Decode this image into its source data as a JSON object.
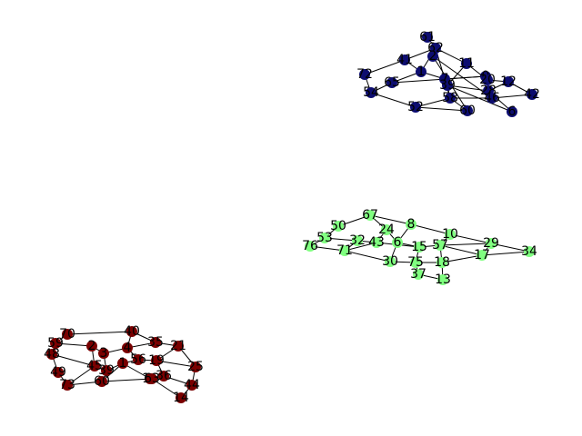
{
  "colors": {
    "blue": "#0d0d70",
    "green": "#80ff80",
    "red": "#7a0000",
    "edge": "#000000"
  },
  "graphs": [
    {
      "id": "blue",
      "color": "#0d0d70",
      "nodes": [
        "61",
        "62",
        "41",
        "11",
        "72",
        "1",
        "7",
        "65",
        "39",
        "12",
        "58",
        "0",
        "28",
        "42",
        "54",
        "52",
        "6",
        "60",
        "20",
        "46",
        "2"
      ],
      "edges": [
        [
          "61",
          "62"
        ],
        [
          "62",
          "41"
        ],
        [
          "62",
          "11"
        ],
        [
          "41",
          "1"
        ],
        [
          "41",
          "72"
        ],
        [
          "1",
          "7"
        ],
        [
          "1",
          "65"
        ],
        [
          "65",
          "54"
        ],
        [
          "72",
          "54"
        ],
        [
          "54",
          "52"
        ],
        [
          "52",
          "60"
        ],
        [
          "52",
          "58"
        ],
        [
          "58",
          "60"
        ],
        [
          "60",
          "2"
        ],
        [
          "7",
          "39"
        ],
        [
          "39",
          "58"
        ],
        [
          "39",
          "28"
        ],
        [
          "11",
          "39"
        ],
        [
          "11",
          "20"
        ],
        [
          "20",
          "12"
        ],
        [
          "12",
          "42"
        ],
        [
          "28",
          "46"
        ],
        [
          "46",
          "2"
        ],
        [
          "46",
          "42"
        ],
        [
          "0",
          "7"
        ],
        [
          "6",
          "28"
        ],
        [
          "28",
          "12"
        ],
        [
          "46",
          "58"
        ],
        [
          "58",
          "7"
        ],
        [
          "62",
          "1"
        ],
        [
          "62",
          "7"
        ],
        [
          "6",
          "39"
        ],
        [
          "65",
          "0"
        ]
      ]
    },
    {
      "id": "green",
      "color": "#80ff80",
      "nodes": [
        "67",
        "8",
        "50",
        "24",
        "10",
        "53",
        "32",
        "43",
        "6",
        "15",
        "57",
        "29",
        "76",
        "71",
        "34",
        "30",
        "75",
        "18",
        "17",
        "37",
        "13"
      ],
      "edges": [
        [
          "67",
          "8"
        ],
        [
          "67",
          "50"
        ],
        [
          "67",
          "24"
        ],
        [
          "50",
          "53"
        ],
        [
          "53",
          "76"
        ],
        [
          "53",
          "32"
        ],
        [
          "32",
          "71"
        ],
        [
          "32",
          "43"
        ],
        [
          "24",
          "43"
        ],
        [
          "24",
          "6"
        ],
        [
          "8",
          "10"
        ],
        [
          "8",
          "6"
        ],
        [
          "6",
          "15"
        ],
        [
          "6",
          "30"
        ],
        [
          "10",
          "57"
        ],
        [
          "10",
          "29"
        ],
        [
          "15",
          "57"
        ],
        [
          "15",
          "75"
        ],
        [
          "57",
          "18"
        ],
        [
          "57",
          "17"
        ],
        [
          "29",
          "17"
        ],
        [
          "29",
          "34"
        ],
        [
          "17",
          "34"
        ],
        [
          "17",
          "18"
        ],
        [
          "76",
          "71"
        ],
        [
          "71",
          "43"
        ],
        [
          "71",
          "30"
        ],
        [
          "30",
          "75"
        ],
        [
          "75",
          "37"
        ],
        [
          "75",
          "18"
        ],
        [
          "37",
          "13"
        ],
        [
          "18",
          "13"
        ],
        [
          "57",
          "29"
        ],
        [
          "43",
          "15"
        ]
      ]
    },
    {
      "id": "red",
      "color": "#7a0000",
      "nodes": [
        "70",
        "40",
        "59",
        "2",
        "35",
        "4",
        "21",
        "48",
        "3",
        "4b",
        "56",
        "19",
        "45",
        "39",
        "25",
        "49",
        "16",
        "36",
        "73",
        "60",
        "63",
        "44",
        "14"
      ],
      "labels": {
        "70": "70",
        "40": "40",
        "59": "59",
        "2": "2",
        "35": "35",
        "4": "4",
        "21": "21",
        "48": "48",
        "3": "3",
        "4b": "1",
        "56": "56",
        "19": "19",
        "45": "45",
        "39": "39",
        "25": "25",
        "49": "49",
        "16": "16",
        "36": "36",
        "73": "73",
        "60": "60",
        "63": "63",
        "44": "44",
        "14": "14"
      },
      "edges": [
        [
          "70",
          "40"
        ],
        [
          "70",
          "59"
        ],
        [
          "59",
          "48"
        ],
        [
          "48",
          "49"
        ],
        [
          "49",
          "73"
        ],
        [
          "73",
          "60"
        ],
        [
          "60",
          "63"
        ],
        [
          "63",
          "36"
        ],
        [
          "36",
          "44"
        ],
        [
          "44",
          "14"
        ],
        [
          "14",
          "63"
        ],
        [
          "40",
          "35"
        ],
        [
          "35",
          "21"
        ],
        [
          "21",
          "25"
        ],
        [
          "25",
          "44"
        ],
        [
          "2",
          "3"
        ],
        [
          "3",
          "4"
        ],
        [
          "4",
          "35"
        ],
        [
          "4",
          "56"
        ],
        [
          "56",
          "19"
        ],
        [
          "19",
          "21"
        ],
        [
          "19",
          "36"
        ],
        [
          "45",
          "39"
        ],
        [
          "39",
          "4b"
        ],
        [
          "4b",
          "56"
        ],
        [
          "4b",
          "60"
        ],
        [
          "45",
          "73"
        ],
        [
          "59",
          "2"
        ],
        [
          "2",
          "45"
        ],
        [
          "3",
          "39"
        ],
        [
          "16",
          "63"
        ],
        [
          "16",
          "4b"
        ],
        [
          "19",
          "25"
        ],
        [
          "40",
          "4"
        ],
        [
          "48",
          "45"
        ]
      ]
    }
  ]
}
